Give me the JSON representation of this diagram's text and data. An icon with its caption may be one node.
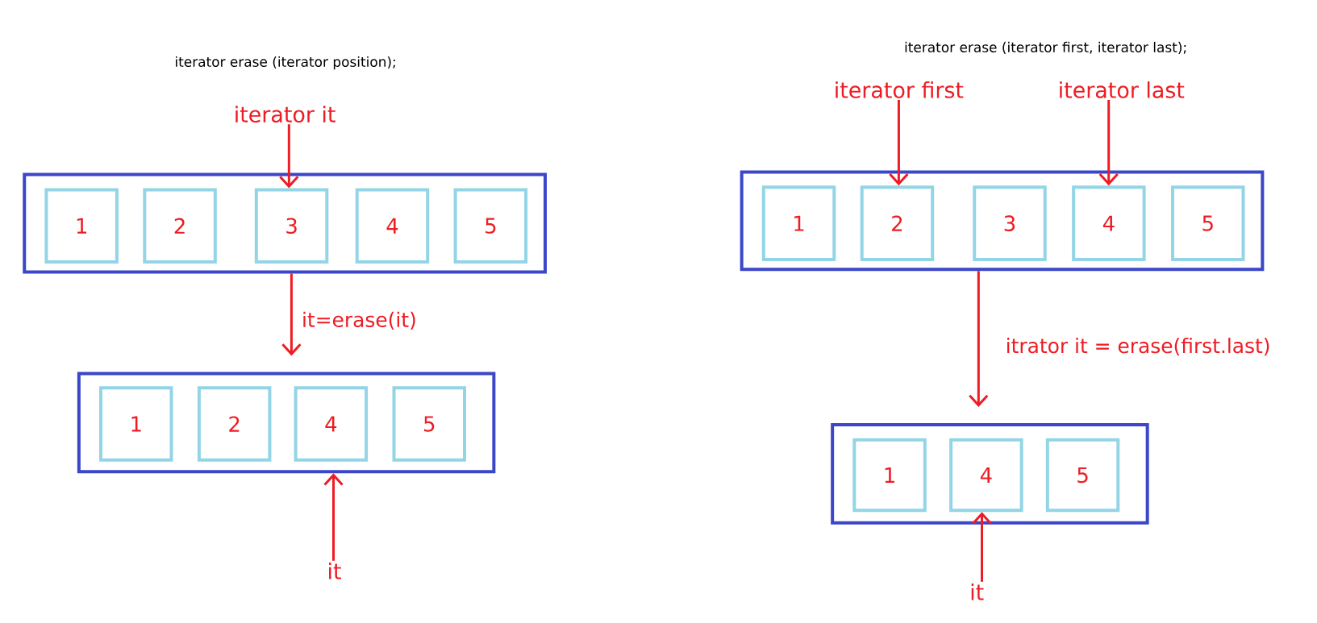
{
  "diagram": {
    "nodes": [
      {
        "text": [],
        "shape": "box"
      },
      {
        "text": [
          "1"
        ],
        "in": 0
      },
      {
        "text": [
          "2"
        ],
        "in": 0
      },
      {
        "text": [
          "3"
        ],
        "in": 0
      },
      {
        "text": [
          "4"
        ],
        "in": 0
      },
      {
        "text": [
          "5"
        ],
        "in": 0
      },
      {
        "text": [],
        "shape": "box"
      },
      {
        "text": [
          "1"
        ],
        "in": 6
      },
      {
        "text": [
          "2"
        ],
        "in": 6
      },
      {
        "text": [
          "4"
        ],
        "in": 6
      },
      {
        "text": [
          "5"
        ],
        "in": 6
      },
      {
        "text": [],
        "shape": "box"
      },
      {
        "text": [
          "1"
        ],
        "in": 11
      },
      {
        "text": [
          "2"
        ],
        "in": 11
      },
      {
        "text": [
          "3"
        ],
        "in": 11
      },
      {
        "text": [
          "4"
        ],
        "in": 11
      },
      {
        "text": [
          "5"
        ],
        "in": 11
      },
      {
        "text": [],
        "shape": "box"
      },
      {
        "text": [
          "1"
        ],
        "in": 17
      },
      {
        "text": [
          "4"
        ],
        "in": 17
      },
      {
        "text": [
          "5"
        ],
        "in": 17
      },
      {
        "text": [
          "iterator it"
        ]
      },
      {
        "text": [
          "it"
        ]
      },
      {
        "text": [
          "iterator first"
        ]
      },
      {
        "text": [
          "iterator last"
        ]
      },
      {
        "text": [
          "it"
        ]
      }
    ],
    "edges": [
      {
        "from": 21,
        "to": 3,
        "arrow": "to"
      },
      {
        "from": 0,
        "to": 6,
        "arrow": "to",
        "label": "it=erase(it)"
      },
      {
        "from": 22,
        "to": 6,
        "arrow": "to"
      },
      {
        "from": 23,
        "to": 13,
        "arrow": "to"
      },
      {
        "from": 24,
        "to": 15,
        "arrow": "to"
      },
      {
        "from": 11,
        "to": 17,
        "arrow": "to",
        "label": "itrator it = erase(first.last)"
      },
      {
        "from": 25,
        "to": 19,
        "arrow": "to"
      }
    ],
    "labels": [
      "iterator erase (iterator position);",
      "iterator erase (iterator first, iterator last);"
    ]
  }
}
